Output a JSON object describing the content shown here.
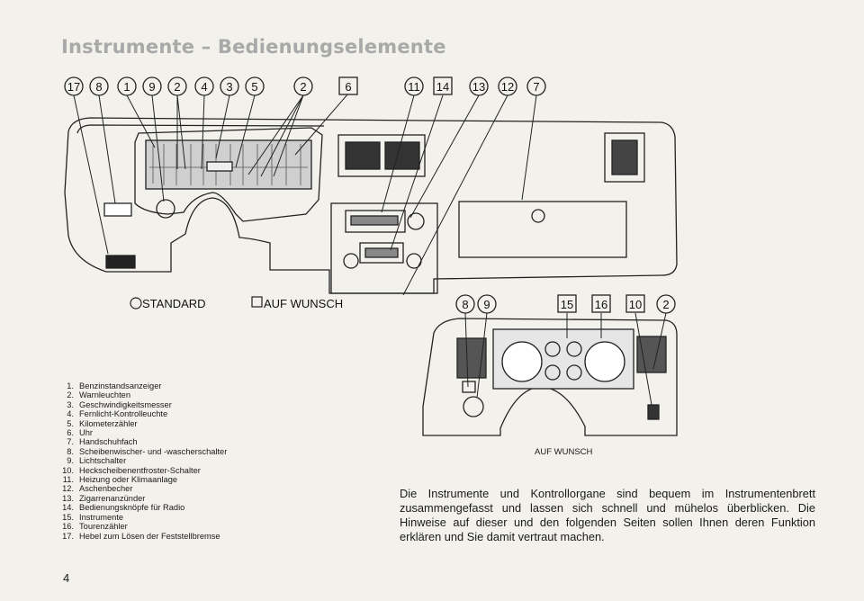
{
  "title": "Instrumente – Bedienungselemente",
  "callouts_main": [
    "17",
    "8",
    "1",
    "9",
    "2",
    "4",
    "3",
    "5",
    "2",
    "6",
    "11",
    "14",
    "13",
    "12",
    "7"
  ],
  "callouts_inset": [
    "8",
    "9",
    "15",
    "16",
    "10",
    "2"
  ],
  "key": {
    "standard": "STANDARD",
    "optional": "AUF WUNSCH"
  },
  "inset_caption": "AUF WUNSCH",
  "legend": [
    {
      "num": "1.",
      "text": "Benzinstandsanzeiger"
    },
    {
      "num": "2.",
      "text": "Warnleuchten"
    },
    {
      "num": "3.",
      "text": "Geschwindigkeitsmesser"
    },
    {
      "num": "4.",
      "text": "Fernlicht-Kontrolleuchte"
    },
    {
      "num": "5.",
      "text": "Kilometerzähler"
    },
    {
      "num": "6.",
      "text": "Uhr"
    },
    {
      "num": "7.",
      "text": "Handschuhfach"
    },
    {
      "num": "8.",
      "text": "Scheibenwischer- und -wascherschalter"
    },
    {
      "num": "9.",
      "text": "Lichtschalter"
    },
    {
      "num": "10.",
      "text": "Heckscheibenentfroster-Schalter"
    },
    {
      "num": "11.",
      "text": "Heizung oder Klimaanlage"
    },
    {
      "num": "12.",
      "text": "Aschenbecher"
    },
    {
      "num": "13.",
      "text": "Zigarrenanzünder"
    },
    {
      "num": "14.",
      "text": "Bedienungsknöpfe für Radio"
    },
    {
      "num": "15.",
      "text": "Instrumente"
    },
    {
      "num": "16.",
      "text": "Tourenzähler"
    },
    {
      "num": "17.",
      "text": "Hebel zum Lösen der Feststellbremse"
    }
  ],
  "intro": "Die Instrumente und Kontrollorgane sind bequem im Instrumentenbrett zusammengefasst und lassen sich schnell und mühelos überblicken. Die Hinweise auf dieser und den folgenden Seiten sollen Ihnen deren Funktion erklären und Sie damit vertraut machen.",
  "page_number": "4"
}
